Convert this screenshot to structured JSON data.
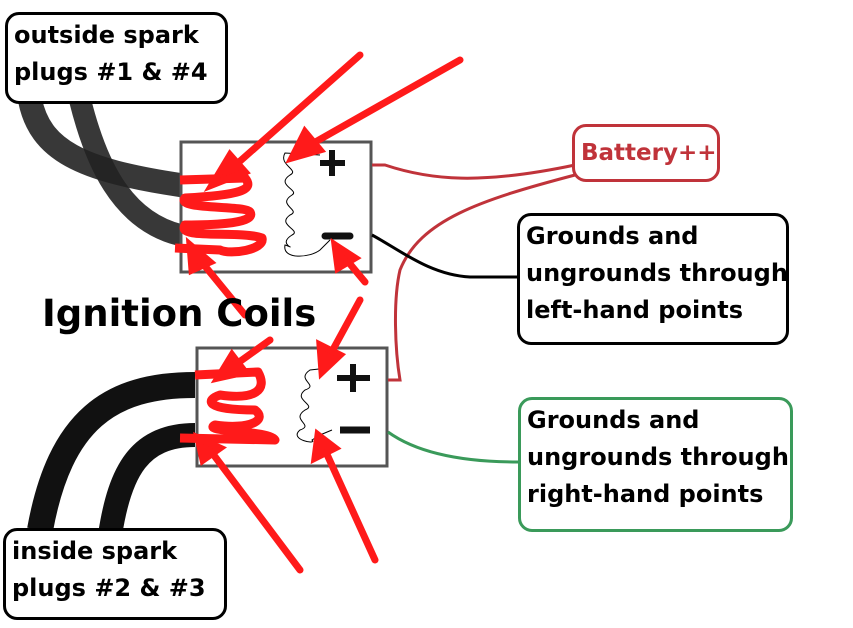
{
  "title": "Ignition Coils",
  "labels": {
    "outside_plugs": [
      "outside spark",
      "plugs #1 & #4"
    ],
    "inside_plugs": [
      "inside spark",
      "plugs #2 & #3"
    ],
    "battery": "Battery++",
    "left_points": [
      "Grounds and",
      "ungrounds through",
      "left-hand points"
    ],
    "right_points": [
      "Grounds and",
      "ungrounds through",
      "right-hand points"
    ]
  },
  "coils": [
    {
      "id": "upper",
      "plus": "+",
      "minus": "−"
    },
    {
      "id": "lower",
      "plus": "+",
      "minus": "−"
    }
  ],
  "colors": {
    "arrow": "#ff1a1a",
    "battery_wire": "#c0333a",
    "ground_left_wire": "#000000",
    "ground_right_wire": "#3a9a5a",
    "battery_box_border": "#c0333a",
    "right_box_border": "#3a9a5a",
    "coil_box_border": "#555555"
  }
}
